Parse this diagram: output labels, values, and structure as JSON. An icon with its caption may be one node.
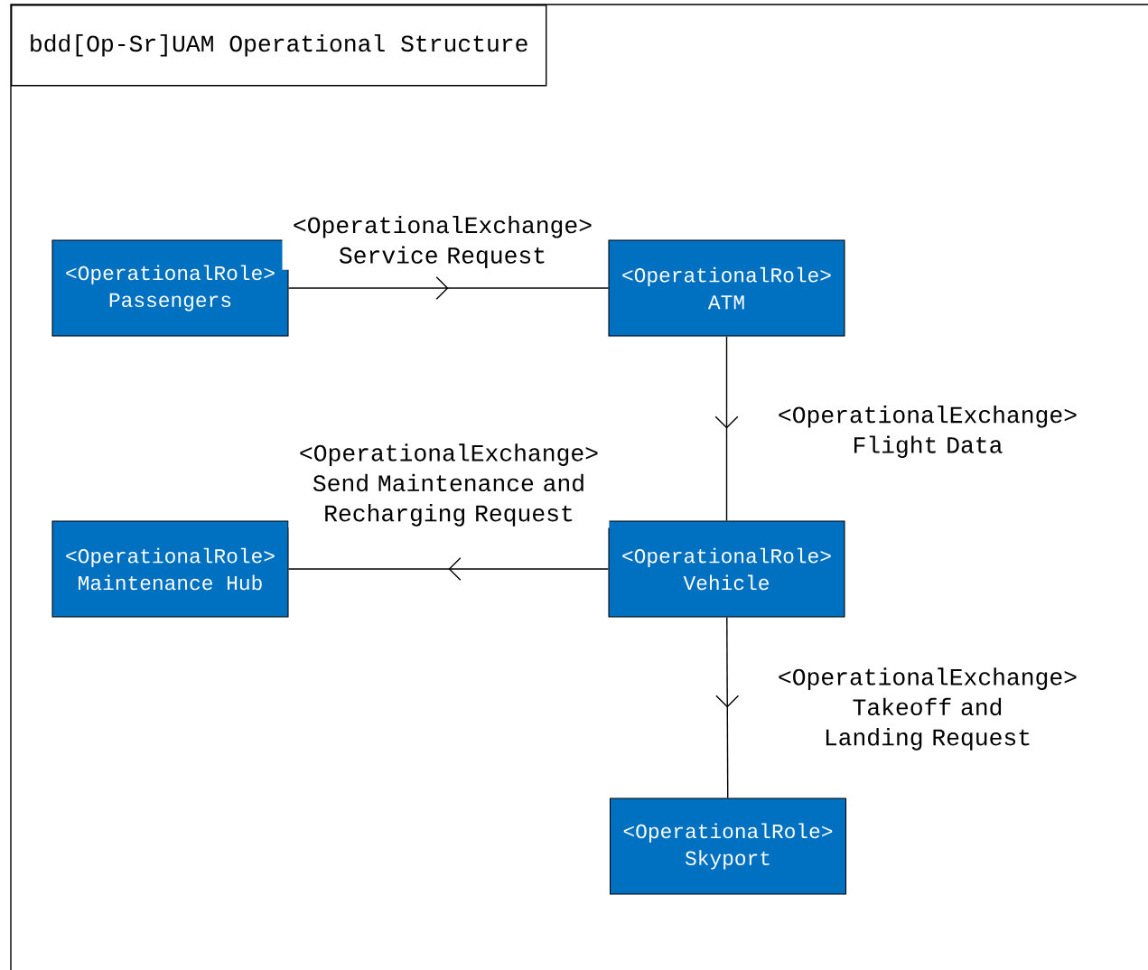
{
  "diagram": {
    "title": "bdd[Op-Sr]UAM Operational Structure",
    "nodes": [
      {
        "text": [
          "<OperationalRole>",
          "Passengers"
        ]
      },
      {
        "text": [
          "<OperationalRole>",
          "ATM"
        ]
      },
      {
        "text": [
          "<OperationalRole>",
          "Maintenance Hub"
        ]
      },
      {
        "text": [
          "<OperationalRole>",
          "Vehicle"
        ]
      },
      {
        "text": [
          "<OperationalRole>",
          "Skyport"
        ]
      }
    ],
    "edges": [
      {
        "from": 0,
        "to": 1,
        "arrow": "to",
        "label": "<OperationalExchange> Service Request"
      },
      {
        "from": 1,
        "to": 3,
        "arrow": "to",
        "label": "<OperationalExchange> Flight Data"
      },
      {
        "from": 3,
        "to": 2,
        "arrow": "to",
        "label": "<OperationalExchange> Send Maintenance and Recharging Request"
      },
      {
        "from": 3,
        "to": 4,
        "arrow": "to",
        "label": "<OperationalExchange> Takeoff and Landing Request"
      }
    ]
  }
}
